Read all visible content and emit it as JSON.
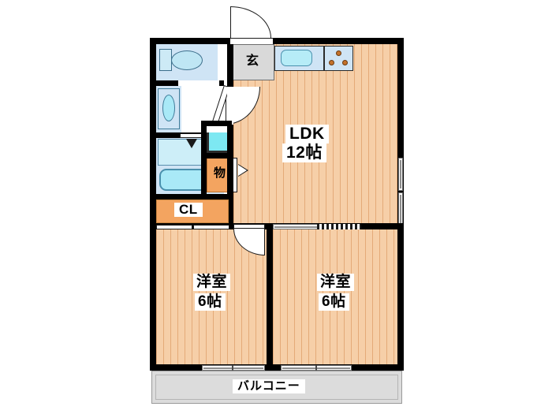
{
  "plan": {
    "type": "apartment-floor-plan",
    "layout_code": "2LDK",
    "background_color": "#ffffff",
    "wall_color": "#000000",
    "wood_floor_color": "#f6cfa8",
    "water_area_color": "#cfe4f5",
    "closet_color": "#f3a460",
    "balcony_color": "#dcdcdc",
    "entrance_color": "#d9d9d9"
  },
  "rooms": [
    {
      "id": "ldk",
      "name_line1": "LDK",
      "name_line2": "12帖",
      "area_jo": 12,
      "floor": "wood"
    },
    {
      "id": "washitsu_left",
      "name_line1": "洋室",
      "name_line2": "6帖",
      "area_jo": 6,
      "floor": "wood"
    },
    {
      "id": "washitsu_right",
      "name_line1": "洋室",
      "name_line2": "6帖",
      "area_jo": 6,
      "floor": "wood"
    }
  ],
  "labels": {
    "ldk_line1": "LDK",
    "ldk_line2": "12帖",
    "bedroom_left_line1": "洋室",
    "bedroom_left_line2": "6帖",
    "bedroom_right_line1": "洋室",
    "bedroom_right_line2": "6帖",
    "entrance": "玄",
    "storage": "物",
    "closet": "CL",
    "balcony": "バルコニー"
  },
  "fixtures": [
    {
      "name": "toilet",
      "room": "toilet-room"
    },
    {
      "name": "bathtub",
      "room": "bathroom"
    },
    {
      "name": "vanity-sink",
      "room": "washroom"
    },
    {
      "name": "washing-machine",
      "room": "washroom"
    },
    {
      "name": "kitchen-sink",
      "room": "ldk"
    },
    {
      "name": "stove-3-burner",
      "room": "ldk"
    }
  ],
  "openings": [
    {
      "name": "entrance-door",
      "type": "hinged-outward"
    },
    {
      "name": "toilet-door",
      "type": "hinged"
    },
    {
      "name": "bathroom-door",
      "type": "hinged"
    },
    {
      "name": "hall-to-ldk-door",
      "type": "hinged"
    },
    {
      "name": "ldk-to-bedroom-door",
      "type": "hinged"
    },
    {
      "name": "closet-door",
      "type": "folding"
    },
    {
      "name": "storage-door",
      "type": "hinged"
    },
    {
      "name": "ldk-window-east",
      "type": "sliding"
    },
    {
      "name": "bedroom-left-balcony-window",
      "type": "sliding"
    },
    {
      "name": "bedroom-right-balcony-window",
      "type": "sliding"
    },
    {
      "name": "bedroom-right-north-window",
      "type": "sliding"
    }
  ]
}
